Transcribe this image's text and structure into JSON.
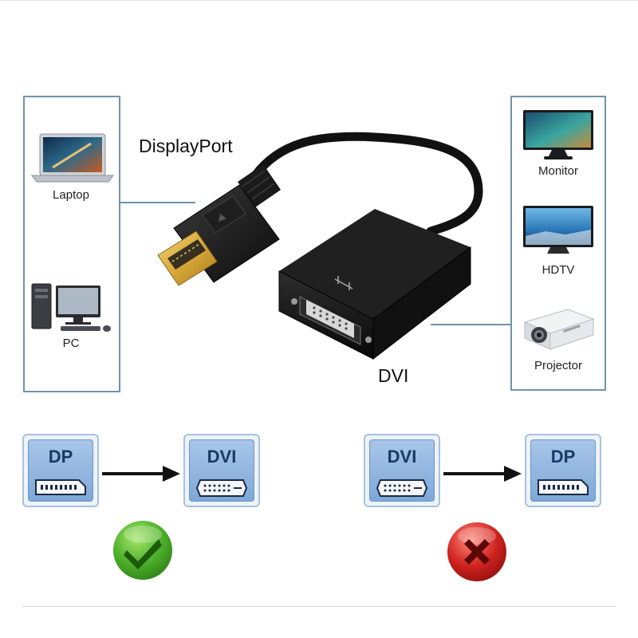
{
  "left_devices": [
    {
      "label": "Laptop",
      "icon": "laptop-icon"
    },
    {
      "label": "PC",
      "icon": "pc-icon"
    }
  ],
  "right_devices": [
    {
      "label": "Monitor",
      "icon": "monitor-icon"
    },
    {
      "label": "HDTV",
      "icon": "hdtv-icon"
    },
    {
      "label": "Projector",
      "icon": "projector-icon"
    }
  ],
  "connectors": {
    "source_label": "DisplayPort",
    "target_label": "DVI"
  },
  "directions": [
    {
      "from": "DP",
      "to": "DVI",
      "result": "supported",
      "result_icon": "check-icon",
      "result_color": "#4caf2a"
    },
    {
      "from": "DVI",
      "to": "DP",
      "result": "not-supported",
      "result_icon": "cross-icon",
      "result_color": "#d0231f"
    }
  ],
  "colors": {
    "panel_border": "#6f93ad",
    "tile_fill": "#8fb4e0",
    "tile_text": "#183a66",
    "dp_gold": "#d9a93a",
    "cable": "#111111"
  }
}
